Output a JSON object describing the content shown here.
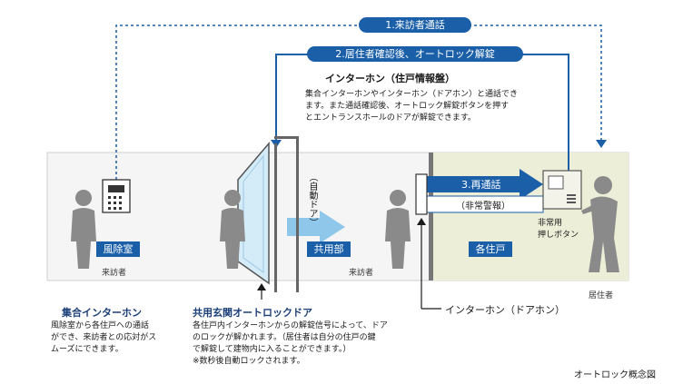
{
  "flows": {
    "visitor_call": "1.来訪者通話",
    "confirm_unlock": "2.居住者確認後、オートロック解錠",
    "recall": "3.再通話",
    "emergency": "（非常警報）"
  },
  "intercom_panel": {
    "title": "インターホン（住戸情報盤）",
    "desc": [
      "集合インターホンやインターホン（ドアホン）と通話でき",
      "ます。また通話確認後、オートロック解錠ボタンを押す",
      "とエントランスホールのドアが解錠できます。"
    ]
  },
  "rooms": {
    "vestibule": "風除室",
    "common": "共用部",
    "unit": "各住戸"
  },
  "labels": {
    "visitor_1": "来訪者",
    "visitor_2": "来訪者",
    "resident": "居住者",
    "auto_door": "（自動ドア）",
    "emergency_button": [
      "非常用",
      "押しボタン"
    ],
    "doorphone": "インターホン（ドアホン）",
    "caption": "オートロック概念図"
  },
  "notes": {
    "collective": {
      "title": "集合インターホン",
      "lines": [
        "風除室から各住戸への通話",
        "ができ、来訪者との応対がス",
        "ムーズにできます。"
      ]
    },
    "entrance": {
      "title": "共用玄関オートロックドア",
      "lines": [
        "各住戸内インターホンからの解錠信号によって、ドア",
        "のロックが解かれます。（居住者は自分の住戸の鍵",
        "で解錠して建物内に入ることができます。）",
        "※数秒後自動ロックされます。"
      ]
    }
  },
  "colors": {
    "flow_blue": "#1b5fa8",
    "light_blue": "#8ec7ea",
    "unit_bg": "#edeed8",
    "building_bg": "#f5f5f5",
    "figure_gray": "#8a8a8a"
  }
}
